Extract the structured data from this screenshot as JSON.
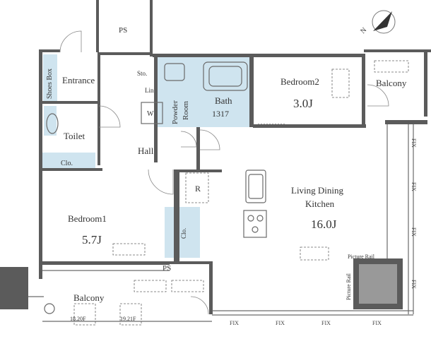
{
  "rooms": {
    "ps_top": "PS",
    "shoes_box": "Shoes Box",
    "entrance": "Entrance",
    "sto": "Sto.",
    "lin": "Lin",
    "w": "W",
    "powder_room_1": "Powder",
    "powder_room_2": "Room",
    "bath": "Bath",
    "bath_size": "1317",
    "bedroom2": "Bedroom2",
    "bedroom2_size": "3.0J",
    "balcony_top": "Balcony",
    "toilet": "Toilet",
    "clo_left": "Clo.",
    "hall": "Hall",
    "r": "R",
    "ldk_1": "Living Dining",
    "ldk_2": "Kitchen",
    "ldk_size": "16.0J",
    "clo_mid": "Clo.",
    "bedroom1": "Bedroom1",
    "bedroom1_size": "5.7J",
    "ps_bottom": "PS",
    "balcony_bottom": "Balcony",
    "unit_a": "18.20F",
    "unit_b": "19.21F",
    "picture_rail_top": "Picture Rail",
    "picture_rail_side": "Picture Rail",
    "fix": "FIX",
    "compass": "N"
  },
  "colors": {
    "wall": "#5b5b5b",
    "wet_area": "#cfe4ef",
    "hatch_box": "#9a9a9a"
  }
}
